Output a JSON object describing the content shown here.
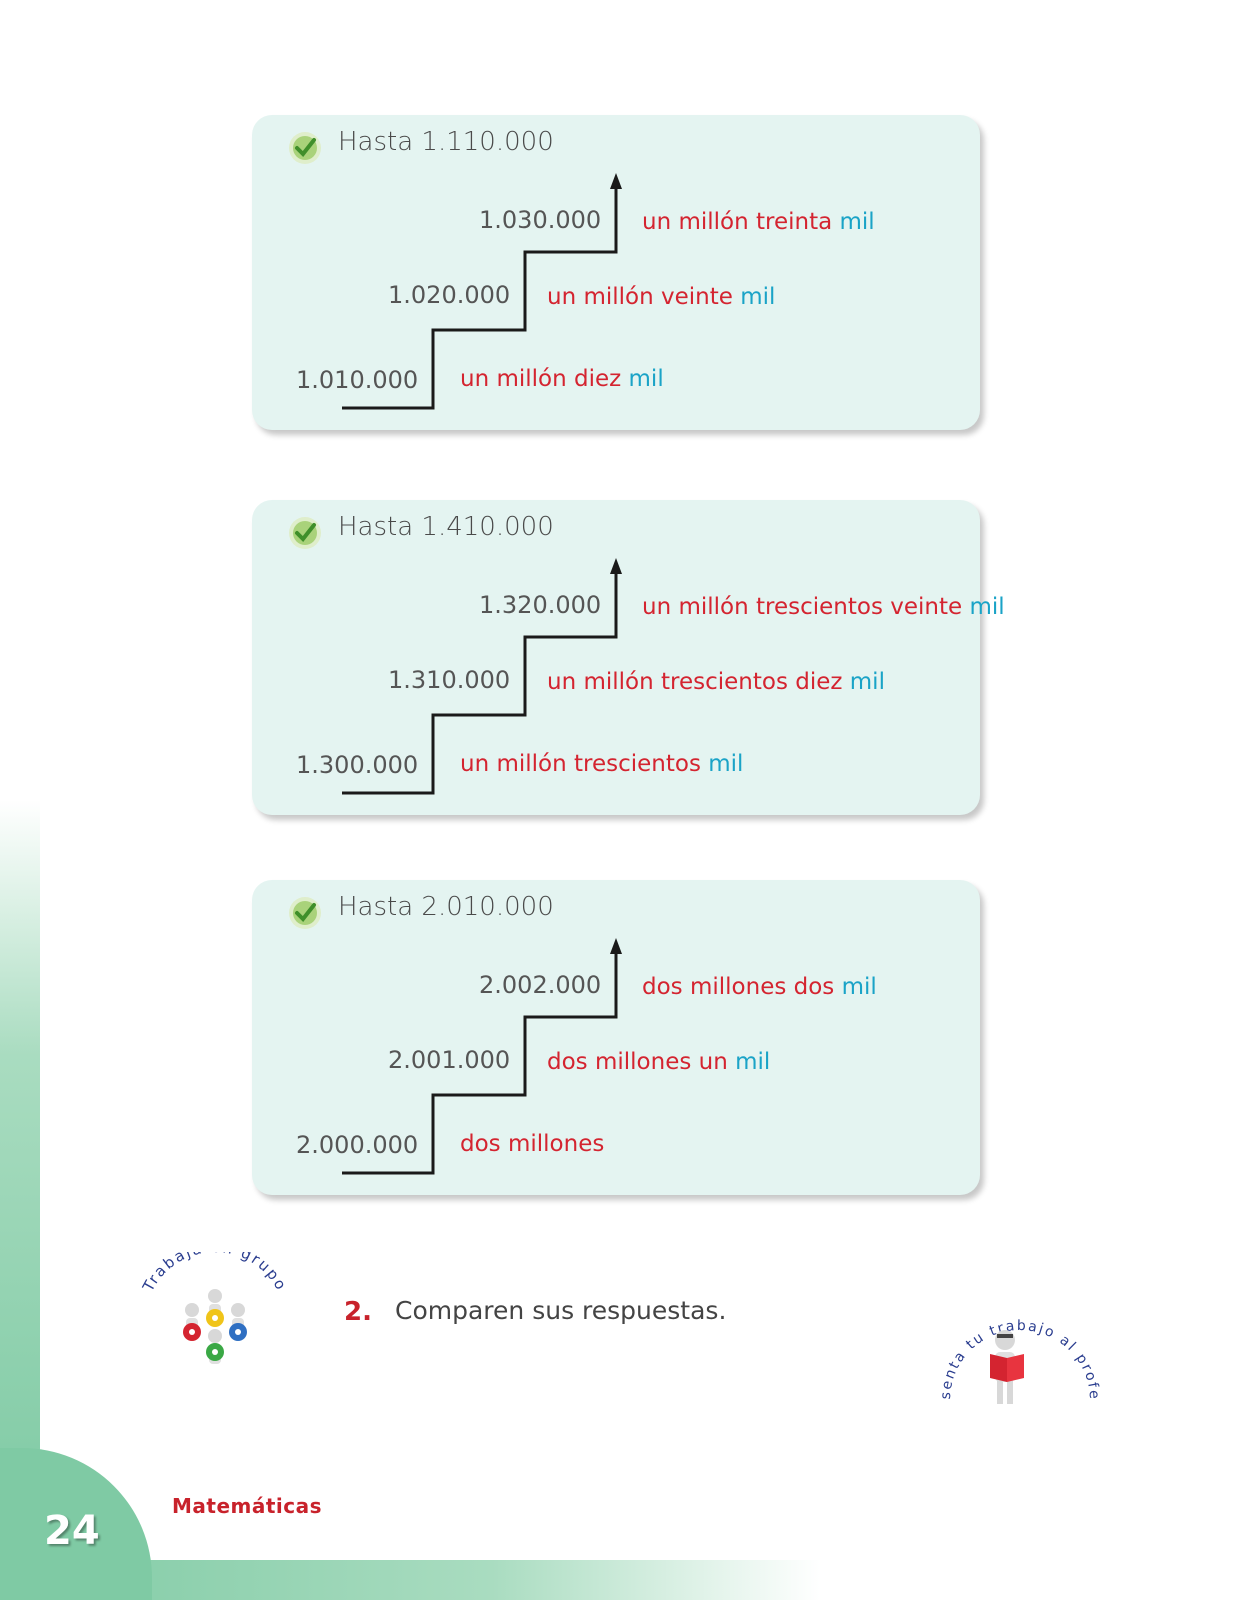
{
  "cards": [
    {
      "title": "Hasta 1.110.000",
      "steps": [
        {
          "number": "1.010.000",
          "words": "un millón diez",
          "suffix": "mil"
        },
        {
          "number": "1.020.000",
          "words": "un millón veinte",
          "suffix": "mil"
        },
        {
          "number": "1.030.000",
          "words": "un millón treinta",
          "suffix": "mil"
        }
      ]
    },
    {
      "title": "Hasta 1.410.000",
      "steps": [
        {
          "number": "1.300.000",
          "words": "un millón trescientos",
          "suffix": "mil"
        },
        {
          "number": "1.310.000",
          "words": "un millón trescientos diez",
          "suffix": "mil"
        },
        {
          "number": "1.320.000",
          "words": "un millón trescientos veinte",
          "suffix": "mil"
        }
      ]
    },
    {
      "title": "Hasta 2.010.000",
      "steps": [
        {
          "number": "2.000.000",
          "words": "dos millones",
          "suffix": ""
        },
        {
          "number": "2.001.000",
          "words": "dos millones un",
          "suffix": "mil"
        },
        {
          "number": "2.002.000",
          "words": "dos millones dos",
          "suffix": "mil"
        }
      ]
    }
  ],
  "exercise": {
    "number": "2.",
    "text": "Comparen sus respuestas."
  },
  "badges": {
    "group_work": "Trabaja en grupo",
    "present": "presenta tu trabajo al profesor"
  },
  "footer": {
    "subject": "Matemáticas",
    "page_number": "24"
  },
  "colors": {
    "card_bg": "#e4f4f1",
    "words": "#d42430",
    "mil": "#1aa3c7",
    "accent_green": "#7fcaa4"
  }
}
